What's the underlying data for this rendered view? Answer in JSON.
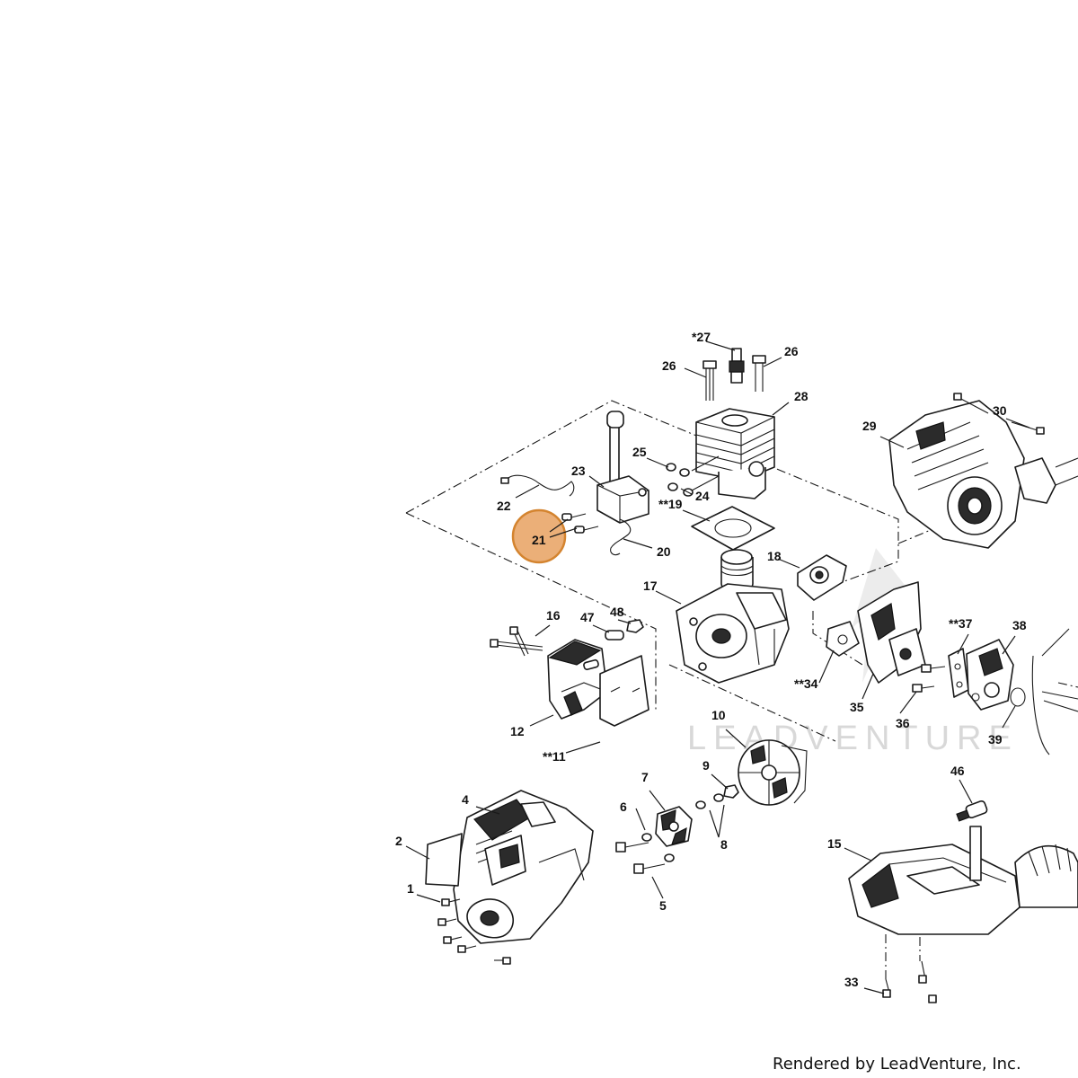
{
  "watermark": "LEADVENTURE",
  "footer": "Rendered by LeadVenture, Inc.",
  "highlight": {
    "label": "21",
    "color": "#e8a160"
  },
  "labels": {
    "l1": "1",
    "l2": "2",
    "l4": "4",
    "l5": "5",
    "l6": "6",
    "l7": "7",
    "l8": "8",
    "l9": "9",
    "l10": "10",
    "l11": "**11",
    "l12": "12",
    "l15": "15",
    "l16": "16",
    "l17": "17",
    "l18": "18",
    "l19": "**19",
    "l20": "20",
    "l22": "22",
    "l23": "23",
    "l24": "24",
    "l25": "25",
    "l26a": "26",
    "l26b": "26",
    "l27": "*27",
    "l28": "28",
    "l29": "29",
    "l30": "30",
    "l33": "33",
    "l34": "**34",
    "l35": "35",
    "l36": "36",
    "l37": "**37",
    "l38": "38",
    "l39": "39",
    "l46": "46",
    "l47": "47",
    "l48": "48"
  }
}
